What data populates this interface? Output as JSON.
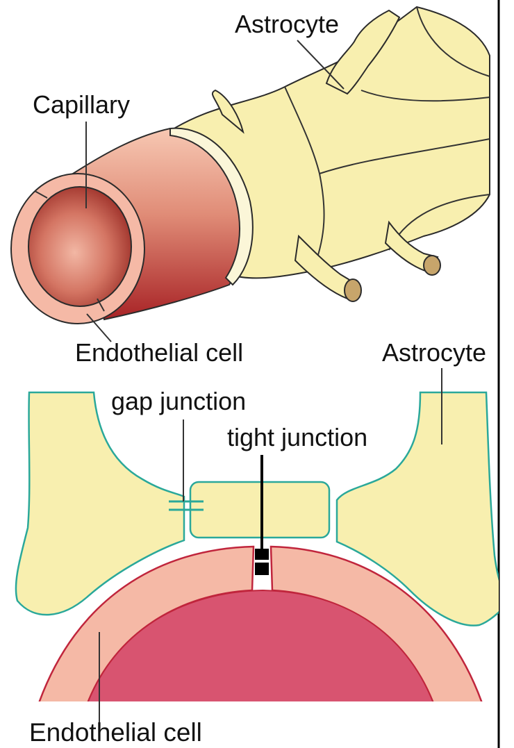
{
  "labels": {
    "astrocyte_top": "Astrocyte",
    "capillary": "Capillary",
    "endothelial_top": "Endothelial cell",
    "astrocyte_bottom": "Astrocyte",
    "gap_junction": "gap junction",
    "tight_junction": "tight junction",
    "endothelial_bottom": "Endothelial cell"
  },
  "colors": {
    "astrocyte_fill": "#f8efaf",
    "astrocyte_outline": "#2aa89a",
    "capillary_wall": "#f5b9a6",
    "capillary_lumen": "#cf4e63",
    "vessel_outline": "#c0253c",
    "junction": "#000000"
  }
}
